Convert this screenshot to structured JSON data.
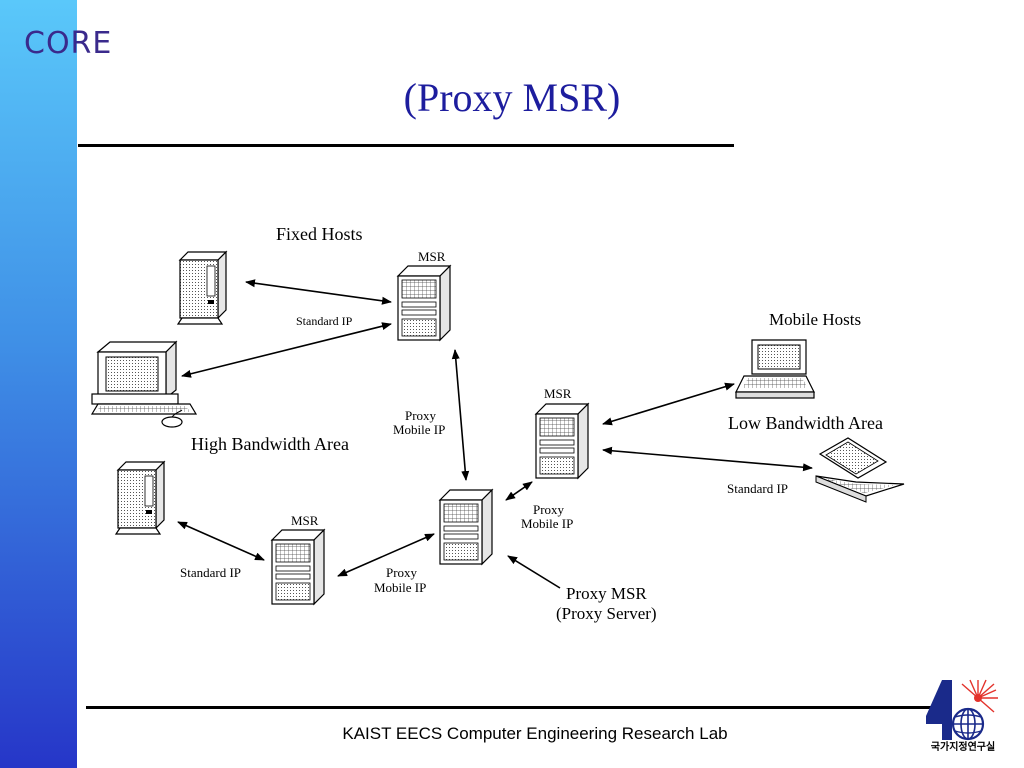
{
  "slide": {
    "brand": "CORE",
    "title": "(Proxy MSR)",
    "footer": "KAIST EECS Computer Engineering Research Lab",
    "logo_text": "국가지정연구실"
  },
  "diagram": {
    "labels": {
      "fixed_hosts": "Fixed Hosts",
      "mobile_hosts": "Mobile Hosts",
      "high_bandwidth_area": "High Bandwidth Area",
      "low_bandwidth_area": "Low Bandwidth Area",
      "msr_top": "MSR",
      "msr_right": "MSR",
      "msr_bottom": "MSR",
      "standard_ip_top": "Standard IP",
      "standard_ip_bottom": "Standard IP",
      "standard_ip_right": "Standard IP",
      "proxy_mobile_ip_vertical": [
        "Proxy",
        "Mobile IP"
      ],
      "proxy_mobile_ip_right": [
        "Proxy",
        "Mobile IP"
      ],
      "proxy_mobile_ip_bottom": [
        "Proxy",
        "Mobile IP"
      ],
      "proxy_msr": [
        "Proxy MSR",
        "(Proxy Server)"
      ]
    }
  }
}
